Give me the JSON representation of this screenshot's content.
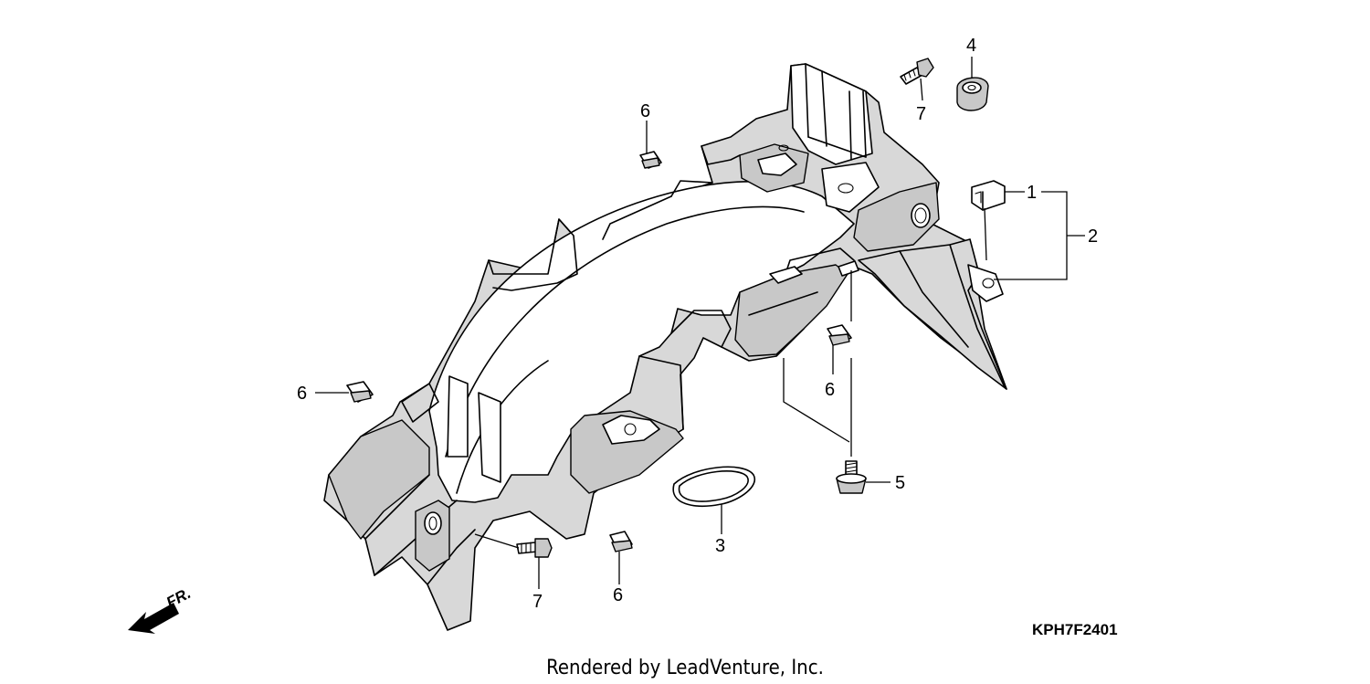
{
  "diagram": {
    "drawing_code": "KPH7F2401",
    "footer": "Rendered by LeadVenture, Inc.",
    "direction_label": "FR.",
    "callouts": [
      {
        "id": "c1",
        "label": "1"
      },
      {
        "id": "c2",
        "label": "2"
      },
      {
        "id": "c3",
        "label": "3"
      },
      {
        "id": "c4",
        "label": "4"
      },
      {
        "id": "c5",
        "label": "5"
      },
      {
        "id": "c6a",
        "label": "6"
      },
      {
        "id": "c6b",
        "label": "6"
      },
      {
        "id": "c6c",
        "label": "6"
      },
      {
        "id": "c6d",
        "label": "6"
      },
      {
        "id": "c7a",
        "label": "7"
      },
      {
        "id": "c7b",
        "label": "7"
      }
    ]
  }
}
